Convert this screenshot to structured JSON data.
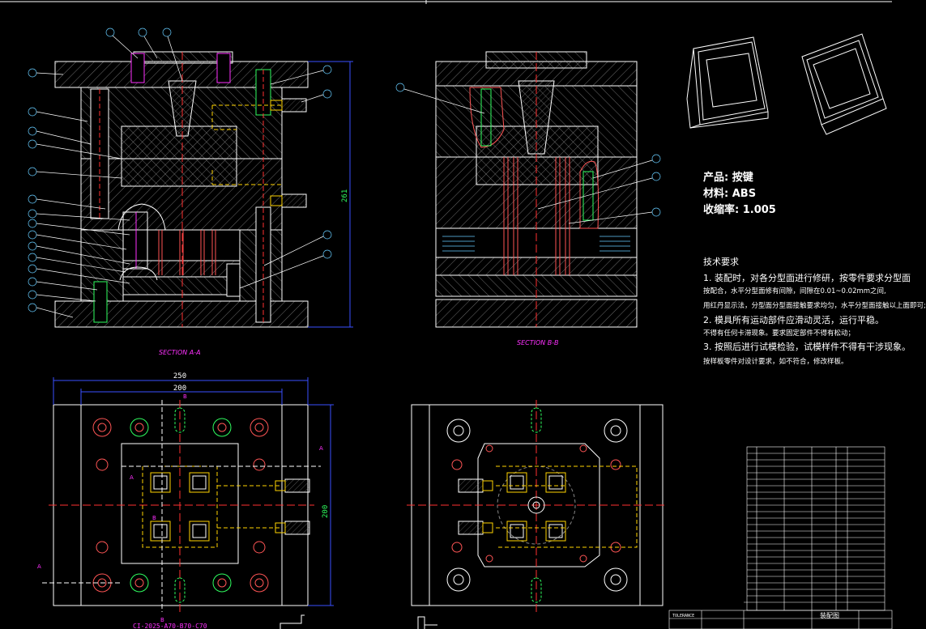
{
  "product_info": {
    "product": "产品: 按键",
    "material": "材料: ABS",
    "shrinkage": "收缩率: 1.005"
  },
  "tech_requirements": {
    "heading": "技术要求",
    "lines": [
      "1. 装配时，对各分型面进行修研，按零件要求分型面",
      "按配合，水平分型面修有间隙，间隙在0.01~0.02mm之间,",
      "用红丹显示法，分型面分型面接触要求均匀，水平分型面接触以上面即可;",
      "2. 模具所有运动部件应滑动灵活，运行平稳。",
      "不得有任何卡滞现象。要求固定部件不得有松动；",
      "3. 按照后进行试模检验，试模样件不得有干涉现象。",
      "按样板零件对设计要求，如不符合，修改样板。"
    ]
  },
  "section_labels": {
    "section_a": "SECTION A-A",
    "section_b": "SECTION B-B"
  },
  "dimensions": {
    "height_261": "261",
    "width_250": "250",
    "width_200": "200",
    "height_200": "200"
  },
  "cut_markers": {
    "b_top": "B",
    "b_bottom": "B",
    "b_mid": "B",
    "a_right": "A",
    "a_left": "A",
    "a_mid": "A"
  },
  "mold_base_spec": "CI-2025-A70-B70-C70",
  "title_block": {
    "drawing_name": "装配图",
    "tolerance_label": "TOLERANCE"
  },
  "colors": {
    "background": "#000000",
    "outline": "#ffffff",
    "centerline": "#ff3030",
    "hatch": "#bbbbbb",
    "cooling": "#ffd400",
    "leader": "#ffffff",
    "balloon": "#66ccff",
    "dimension": "#3a50ff",
    "section_text": "#ff30ff",
    "ejector": "#ff5555",
    "screw": "#30ff60"
  }
}
